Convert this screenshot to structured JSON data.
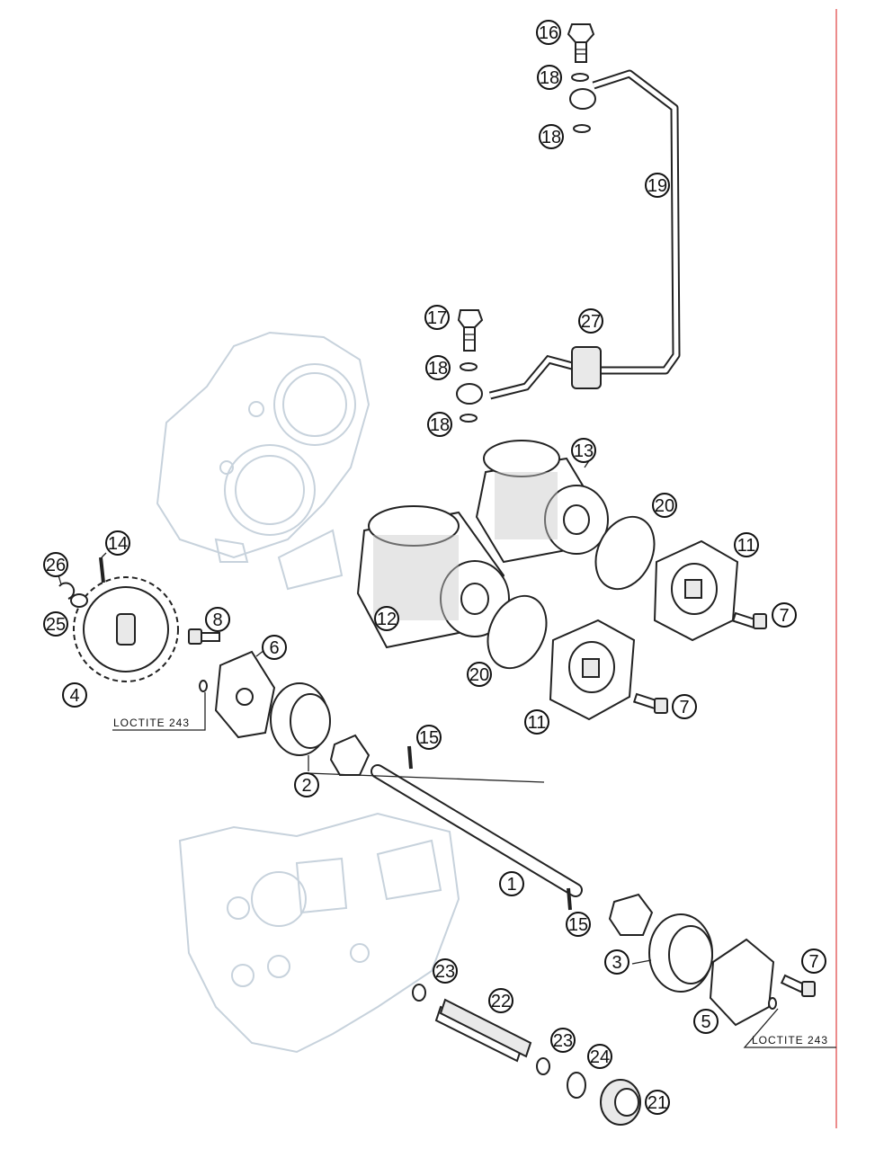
{
  "callouts": [
    {
      "label": "16"
    },
    {
      "label": "18"
    },
    {
      "label": "18"
    },
    {
      "label": "19"
    },
    {
      "label": "17"
    },
    {
      "label": "18"
    },
    {
      "label": "18"
    },
    {
      "label": "27"
    },
    {
      "label": "13"
    },
    {
      "label": "20"
    },
    {
      "label": "11"
    },
    {
      "label": "7"
    },
    {
      "label": "12"
    },
    {
      "label": "20"
    },
    {
      "label": "11"
    },
    {
      "label": "7"
    },
    {
      "label": "14"
    },
    {
      "label": "26"
    },
    {
      "label": "25"
    },
    {
      "label": "4"
    },
    {
      "label": "8"
    },
    {
      "label": "6"
    },
    {
      "label": "2"
    },
    {
      "label": "15"
    },
    {
      "label": "1"
    },
    {
      "label": "15"
    },
    {
      "label": "3"
    },
    {
      "label": "7"
    },
    {
      "label": "5"
    },
    {
      "label": "23"
    },
    {
      "label": "22"
    },
    {
      "label": "23"
    },
    {
      "label": "24"
    },
    {
      "label": "21"
    }
  ],
  "notes": [
    "LOCTITE 243",
    "LOCTITE 243"
  ],
  "colors": {
    "ink": "#111111",
    "ghost": "#c7d2dc",
    "border": "#e04040"
  }
}
